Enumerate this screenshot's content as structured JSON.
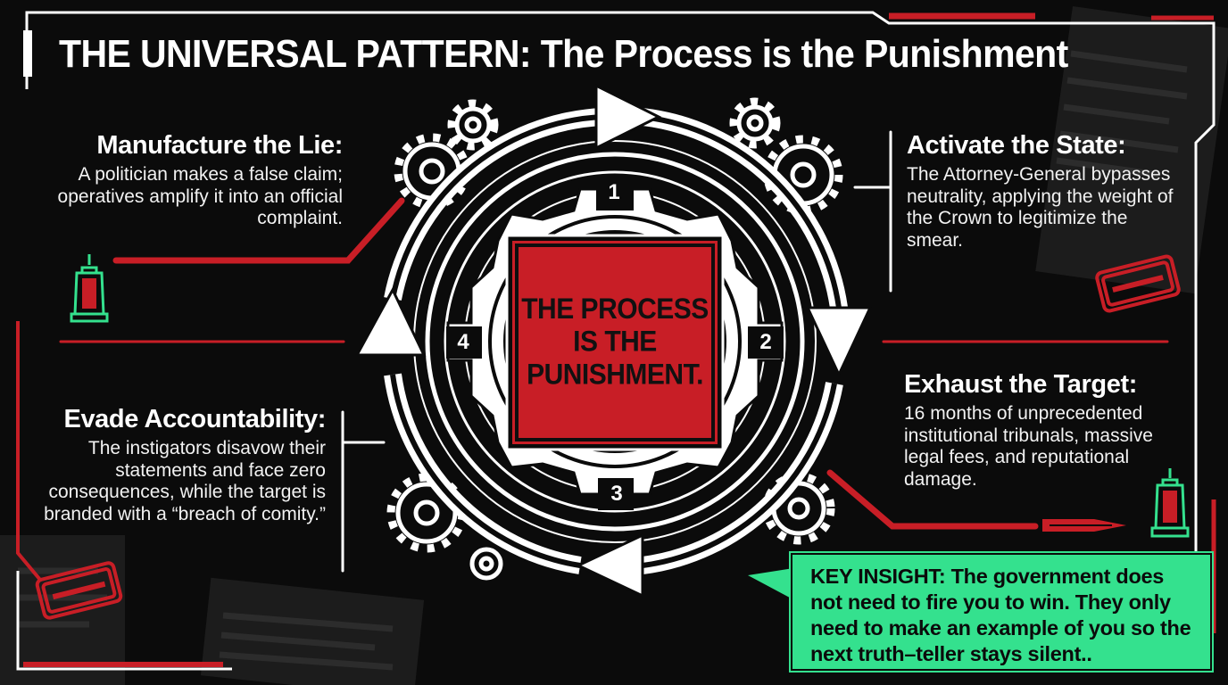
{
  "title": "THE UNIVERSAL PATTERN: The Process is the Punishment",
  "center": {
    "label": "THE PROCESS\nIS THE\nPUNISHMENT."
  },
  "steps": [
    {
      "number": "1",
      "heading": "Manufacture the Lie:",
      "body": "A politician makes a false claim; operatives amplify it into an official complaint."
    },
    {
      "number": "2",
      "heading": "Activate the State:",
      "body": "The Attorney-General bypasses neutrality, applying the weight of the Crown to legitimize the smear."
    },
    {
      "number": "3",
      "heading": "Exhaust the Target:",
      "body": "16 months of unprecedented institutional tribunals, massive legal fees, and reputational damage."
    },
    {
      "number": "4",
      "heading": "Evade Accountability:",
      "body": "The instigators disavow their statements and face zero consequences, while the target is branded with a “breach of comity.”"
    }
  ],
  "key_insight": "KEY INSIGHT: The government does not need to fire you to win. They only need to make an example of you so the next truth–teller stays silent..",
  "colors": {
    "background": "#0b0b0b",
    "accent_red": "#c81e26",
    "accent_green": "#34e18e",
    "text": "#ffffff"
  },
  "icons": [
    "gear-icon",
    "lantern-icon",
    "stamp-icon",
    "cycle-arrow-icon",
    "pen-icon"
  ]
}
